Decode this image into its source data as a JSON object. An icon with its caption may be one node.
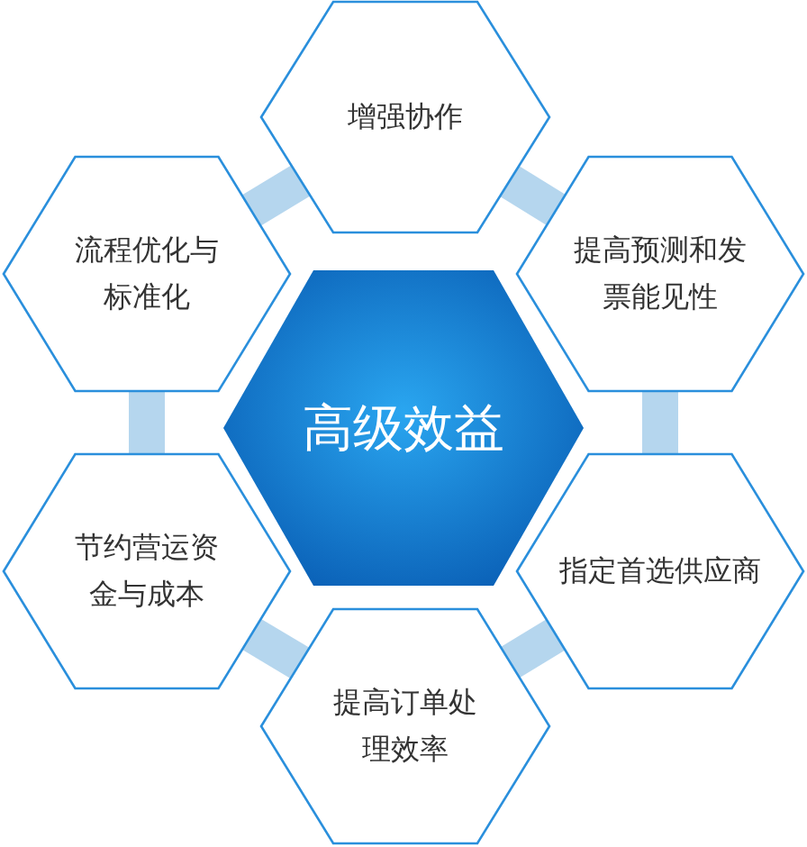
{
  "diagram": {
    "nodes": [
      {
        "text": [
          "高级效益"
        ]
      },
      {
        "text": [
          "增强协作"
        ]
      },
      {
        "text": [
          "提高预测和发票能见性"
        ]
      },
      {
        "text": [
          "指定首选供应商"
        ]
      },
      {
        "text": [
          "提高订单处理效率"
        ]
      },
      {
        "text": [
          "节约营运资金与成本"
        ]
      },
      {
        "text": [
          "流程优化与标准化"
        ]
      }
    ],
    "edges": [
      {
        "from": 1,
        "to": 2,
        "arrow": "none"
      },
      {
        "from": 2,
        "to": 3,
        "arrow": "none"
      },
      {
        "from": 3,
        "to": 4,
        "arrow": "none"
      },
      {
        "from": 4,
        "to": 5,
        "arrow": "none"
      },
      {
        "from": 5,
        "to": 6,
        "arrow": "none"
      },
      {
        "from": 6,
        "to": 1,
        "arrow": "none"
      }
    ]
  }
}
